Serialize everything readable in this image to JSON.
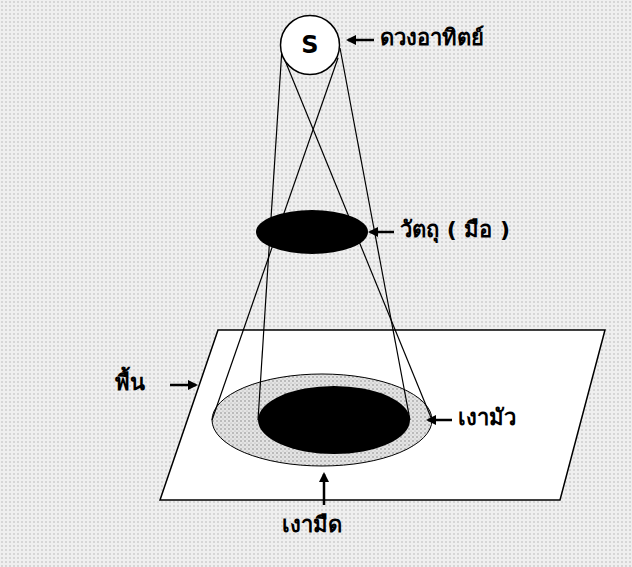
{
  "diagram": {
    "nodes": [
      {
        "text": [
          "S"
        ]
      }
    ],
    "labels": [
      "ดวงอาทิตย์",
      "วัตถุ ( มือ )",
      "พื้น",
      "เงามัว",
      "เงามืด"
    ]
  }
}
